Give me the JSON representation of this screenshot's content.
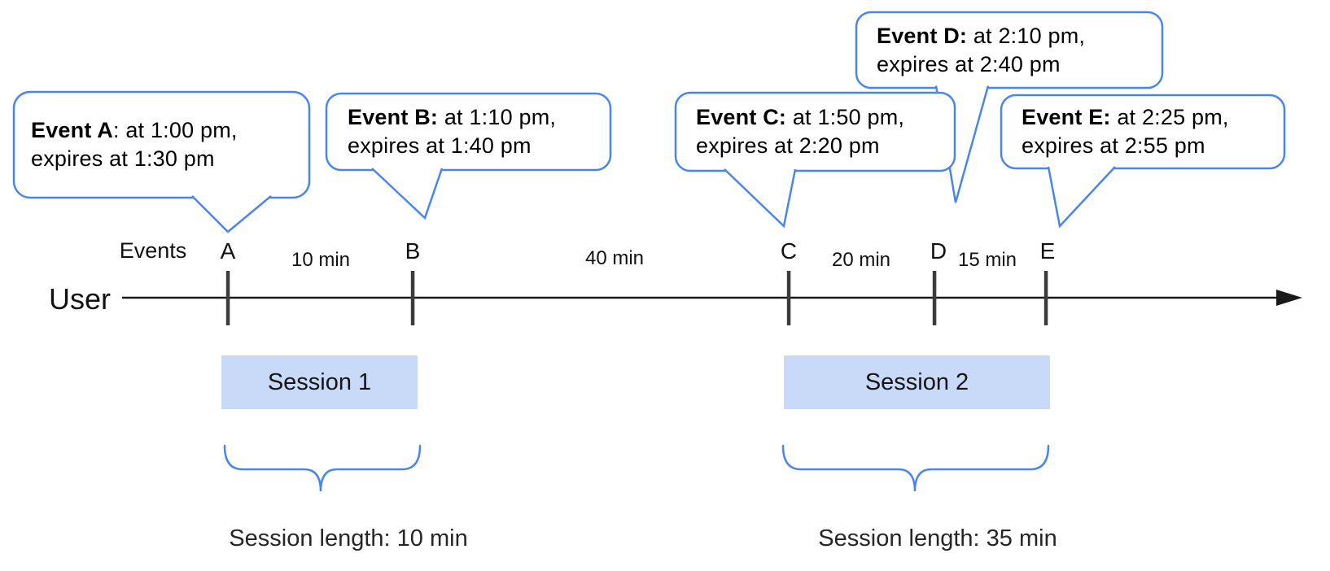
{
  "figure": {
    "bubbles": [
      {
        "event": "A",
        "bold": "Event A",
        "line1_rest": ": at 1:00 pm,",
        "line2": "expires at 1:30 pm"
      },
      {
        "event": "B",
        "bold": "Event B:",
        "line1_rest": " at 1:10 pm,",
        "line2": "expires at 1:40 pm"
      },
      {
        "event": "C",
        "bold": "Event C:",
        "line1_rest": " at 1:50 pm,",
        "line2": "expires at 2:20 pm"
      },
      {
        "event": "D",
        "bold": "Event D:",
        "line1_rest": " at 2:10 pm,",
        "line2": "expires at 2:40 pm"
      },
      {
        "event": "E",
        "bold": "Event E:",
        "line1_rest": " at 2:25 pm,",
        "line2": "expires at 2:55 pm"
      }
    ],
    "timeline": {
      "axis_label": "User",
      "events_label": "Events",
      "ticks": [
        "A",
        "B",
        "C",
        "D",
        "E"
      ],
      "gaps": [
        "10 min",
        "40 min",
        "20 min",
        "15 min"
      ]
    },
    "sessions": [
      {
        "label": "Session 1",
        "length_label": "Session length: 10 min"
      },
      {
        "label": "Session 2",
        "length_label": "Session length: 35 min"
      }
    ],
    "colors": {
      "accent_blue": "#4a86e8",
      "session_fill": "#c9daf8",
      "arrow_black": "#1a1a1a",
      "tick_gray": "#3c3c3c"
    }
  }
}
